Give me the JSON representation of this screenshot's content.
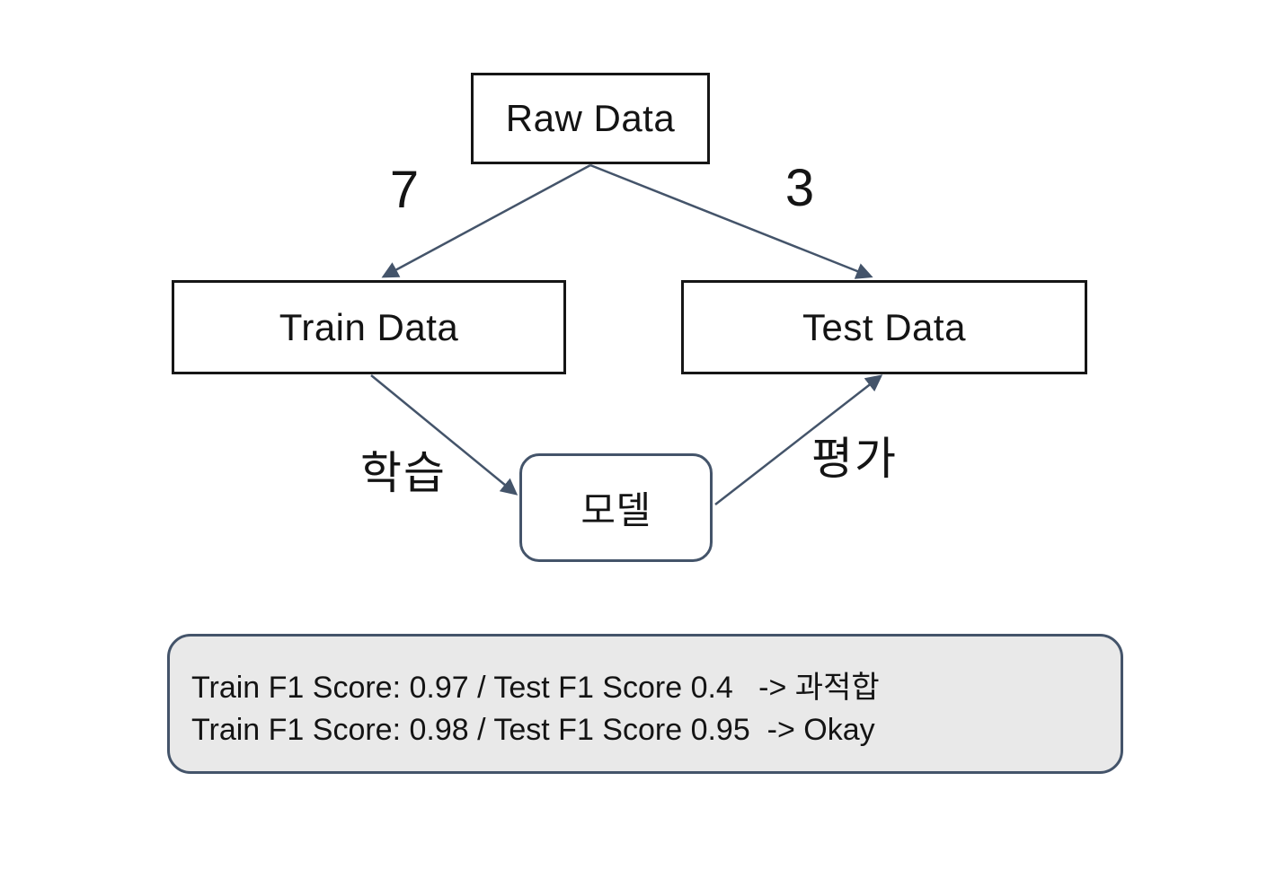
{
  "diagram": {
    "title": "train-test-split-workflow",
    "nodes": {
      "raw": {
        "label": "Raw Data"
      },
      "train": {
        "label": "Train Data"
      },
      "test": {
        "label": "Test Data"
      },
      "model": {
        "label": "모델"
      }
    },
    "edges": {
      "raw_to_train": {
        "label": "7",
        "from": "raw",
        "to": "train"
      },
      "raw_to_test": {
        "label": "3",
        "from": "raw",
        "to": "test"
      },
      "train_to_model": {
        "label": "학습",
        "from": "train",
        "to": "model"
      },
      "model_to_test": {
        "label": "평가",
        "from": "model",
        "to": "test"
      }
    },
    "results": {
      "lines": [
        "Train F1 Score: 0.97 / Test F1 Score 0.4   -> 과적합",
        "Train F1 Score: 0.98 / Test F1 Score 0.95  -> Okay"
      ]
    },
    "colors": {
      "arrow": "#44546A",
      "node_border": "#161616",
      "model_border": "#44546A",
      "results_fill": "#E9E9E9",
      "background": "#FFFFFF",
      "text": "#141414"
    }
  }
}
